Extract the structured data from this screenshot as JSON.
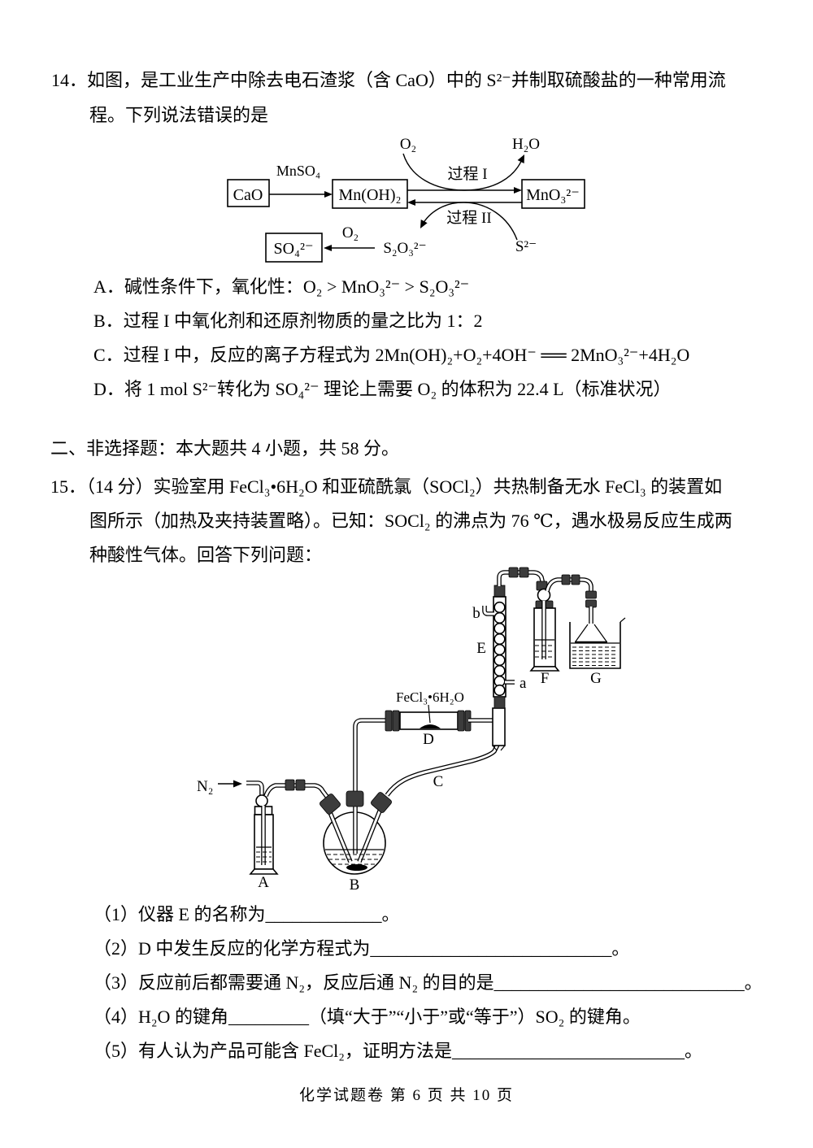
{
  "doc": {
    "footer": "化学试题卷 第 6 页 共 10 页"
  },
  "q14": {
    "stem_line1": "14．如图，是工业生产中除去电石渣浆（含 CaO）中的 S²⁻并制取硫酸盐的一种常用流",
    "stem_line2": "程。下列说法错误的是",
    "optionA": "A．碱性条件下，氧化性：O₂ > MnO₃²⁻ > S₂O₃²⁻",
    "optionB": "B．过程 I 中氧化剂和还原剂物质的量之比为 1：2",
    "optionC": "C．过程 I 中，反应的离子方程式为 2Mn(OH)₂+O₂+4OH⁻ ══ 2MnO₃²⁻+4H₂O",
    "optionD": "D．将 1 mol S²⁻转化为 SO₄²⁻ 理论上需要 O₂ 的体积为 22.4 L（标准状况）",
    "flow": {
      "o2_top": "O₂",
      "h2o": "H₂O",
      "mnso4": "MnSO₄",
      "cao": "CaO",
      "mnoh2": "Mn(OH)₂",
      "mno3": "MnO₃²⁻",
      "proc1": "过程 I",
      "proc2": "过程 II",
      "s2minus": "S²⁻",
      "s2o3": "S₂O₃²⁻",
      "o2_mid": "O₂",
      "so4": "SO₄²⁻"
    }
  },
  "section2": {
    "header": "二、非选择题：本大题共 4 小题，共 58 分。"
  },
  "q15": {
    "stem_line1": "15．（14 分）实验室用 FeCl₃•6H₂O 和亚硫酰氯（SOCl₂）共热制备无水 FeCl₃ 的装置如",
    "stem_line2": "图所示（加热及夹持装置略）。已知：SOCl₂ 的沸点为 76 ℃，遇水极易反应生成两",
    "stem_line3": "种酸性气体。回答下列问题：",
    "apparatus": {
      "n2": "N₂",
      "fecl3_label": "FeCl₃•6H₂O",
      "arm_a": "a",
      "arm_b": "b",
      "A": "A",
      "B": "B",
      "C": "C",
      "D": "D",
      "E": "E",
      "F": "F",
      "G": "G"
    },
    "sub1": "（1）仪器 E 的名称为_____________。",
    "sub2": "（2）D 中发生反应的化学方程式为___________________________。",
    "sub3": "（3）反应前后都需要通 N₂，反应后通 N₂ 的目的是____________________________。",
    "sub4": "（4）H₂O 的键角_________（填“大于”“小于”或“等于”）SO₂ 的键角。",
    "sub5": "（5）有人认为产品可能含 FeCl₂，证明方法是__________________________。"
  }
}
